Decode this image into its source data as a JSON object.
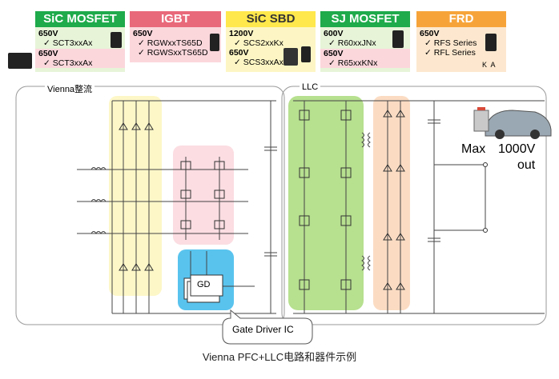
{
  "cards": [
    {
      "title": "SiC MOSFET",
      "head": "#1faa4b",
      "body": "#e7f4d8",
      "rows": [
        {
          "v": "650V",
          "p": "SCT3xxAx"
        },
        {
          "v": "650V",
          "p": "SCT3xxAx"
        }
      ]
    },
    {
      "title": "IGBT",
      "head": "#e8697a",
      "body": "#fbd7dc",
      "rows": [
        {
          "v": "650V",
          "p": "RGWxxTS65D"
        },
        {
          "v": "",
          "p": "RGWSxxTS65D"
        }
      ]
    },
    {
      "title": "SiC SBD",
      "head": "#ffe84c",
      "body": "#fdf6c4",
      "headText": "#333333",
      "rows": [
        {
          "v": "1200V",
          "p": "SCS2xxKx"
        },
        {
          "v": "650V",
          "p": "SCS3xxAx"
        }
      ]
    },
    {
      "title": "SJ MOSFET",
      "head": "#1faa4b",
      "body": "#e7f4d8",
      "rows": [
        {
          "v": "600V",
          "p": "R60xxJNx"
        },
        {
          "v": "650V",
          "p": "R65xxKNx"
        }
      ]
    },
    {
      "title": "FRD",
      "head": "#f6a43a",
      "body": "#fde8cf",
      "rows": [
        {
          "v": "650V",
          "p": "RFS Series"
        },
        {
          "v": "",
          "p": "RFL Series"
        }
      ]
    }
  ],
  "frd_pins": "K  A",
  "check": "✓",
  "sections": {
    "vienna": "Vienna整流",
    "llc": "LLC"
  },
  "gd_label": "GD",
  "gate_driver": "Gate Driver IC",
  "output": {
    "max": "Max",
    "voltage": "1000V",
    "out": "out"
  },
  "caption": "Vienna PFC+LLC电路和器件示例",
  "colors": {
    "yellow": "#fdf7c8",
    "pink": "#fbdde2",
    "blue": "#59c3ee",
    "green": "#b7e08f",
    "orange": "#fbdcc3"
  }
}
